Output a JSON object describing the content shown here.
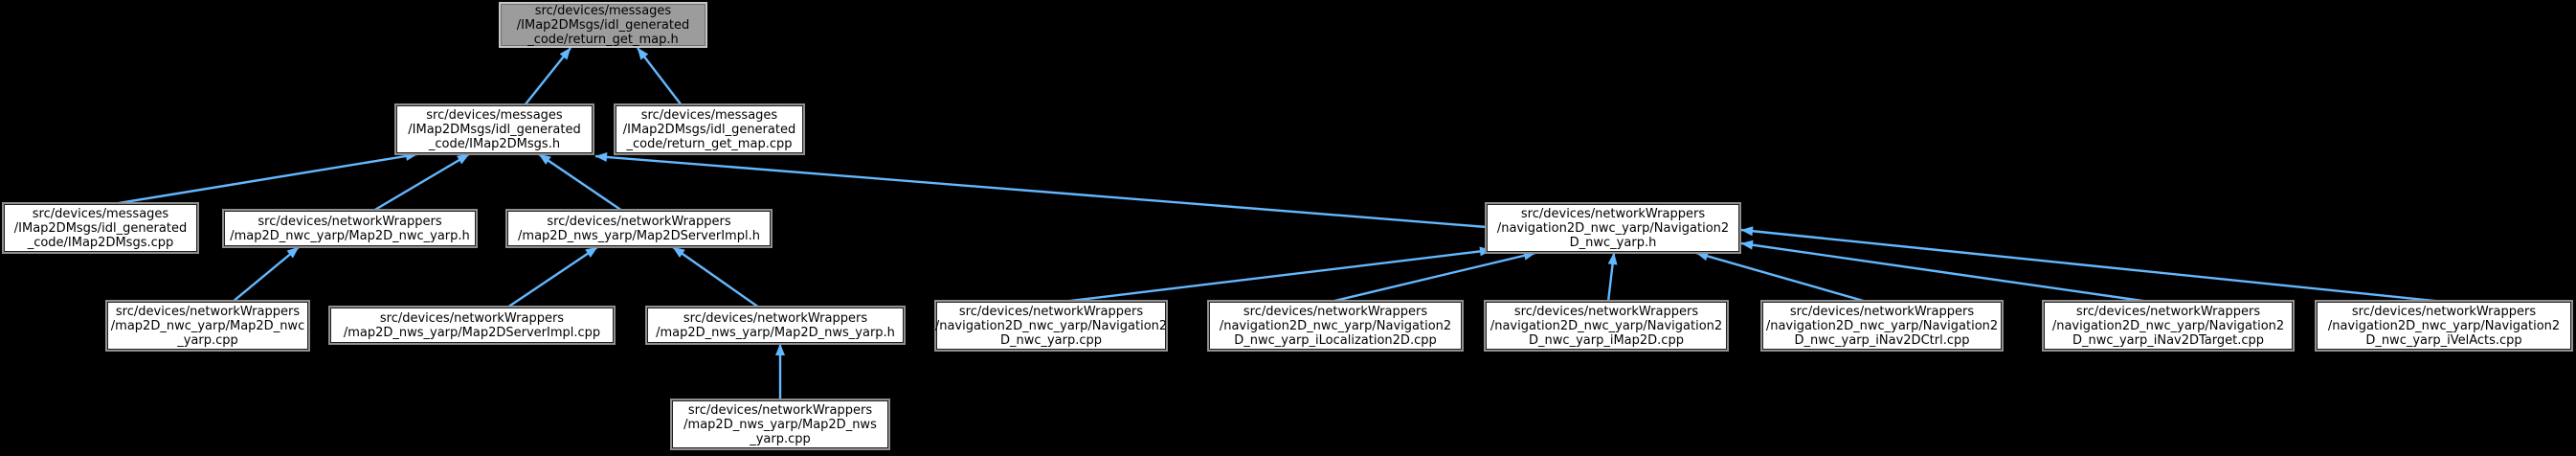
{
  "diagram": {
    "type": "include-dependency-graph",
    "background_color": "#000000",
    "edge_color": "#63b8ff",
    "node_fill": "#ffffff",
    "node_text_color": "#000000",
    "highlighted_node_fill": "#9c9c9c",
    "nodes": [
      {
        "id": "return_get_map_h",
        "label": "src/devices/messages\n/IMap2DMsgs/idl_generated\n_code/return_get_map.h",
        "highlighted": true
      },
      {
        "id": "IMap2DMsgs_h",
        "label": "src/devices/messages\n/IMap2DMsgs/idl_generated\n_code/IMap2DMsgs.h",
        "highlighted": false
      },
      {
        "id": "return_get_map_cpp",
        "label": "src/devices/messages\n/IMap2DMsgs/idl_generated\n_code/return_get_map.cpp",
        "highlighted": false
      },
      {
        "id": "IMap2DMsgs_cpp",
        "label": "src/devices/messages\n/IMap2DMsgs/idl_generated\n_code/IMap2DMsgs.cpp",
        "highlighted": false
      },
      {
        "id": "Map2D_nwc_yarp_h",
        "label": "src/devices/networkWrappers\n/map2D_nwc_yarp/Map2D_nwc_yarp.h",
        "highlighted": false
      },
      {
        "id": "Map2DServerImpl_h",
        "label": "src/devices/networkWrappers\n/map2D_nws_yarp/Map2DServerImpl.h",
        "highlighted": false
      },
      {
        "id": "Navigation2D_nwc_yarp_h",
        "label": "src/devices/networkWrappers\n/navigation2D_nwc_yarp/Navigation2\nD_nwc_yarp.h",
        "highlighted": false
      },
      {
        "id": "Map2D_nwc_yarp_cpp",
        "label": "src/devices/networkWrappers\n/map2D_nwc_yarp/Map2D_nwc\n_yarp.cpp",
        "highlighted": false
      },
      {
        "id": "Map2DServerImpl_cpp",
        "label": "src/devices/networkWrappers\n/map2D_nws_yarp/Map2DServerImpl.cpp",
        "highlighted": false
      },
      {
        "id": "Map2D_nws_yarp_h",
        "label": "src/devices/networkWrappers\n/map2D_nws_yarp/Map2D_nws_yarp.h",
        "highlighted": false
      },
      {
        "id": "Navigation2D_nwc_yarp_cpp",
        "label": "src/devices/networkWrappers\n/navigation2D_nwc_yarp/Navigation2\nD_nwc_yarp.cpp",
        "highlighted": false
      },
      {
        "id": "iLocalization2D_cpp",
        "label": "src/devices/networkWrappers\n/navigation2D_nwc_yarp/Navigation2\nD_nwc_yarp_iLocalization2D.cpp",
        "highlighted": false
      },
      {
        "id": "iMap2D_cpp",
        "label": "src/devices/networkWrappers\n/navigation2D_nwc_yarp/Navigation2\nD_nwc_yarp_iMap2D.cpp",
        "highlighted": false
      },
      {
        "id": "iNav2DCtrl_cpp",
        "label": "src/devices/networkWrappers\n/navigation2D_nwc_yarp/Navigation2\nD_nwc_yarp_iNav2DCtrl.cpp",
        "highlighted": false
      },
      {
        "id": "iNav2DTarget_cpp",
        "label": "src/devices/networkWrappers\n/navigation2D_nwc_yarp/Navigation2\nD_nwc_yarp_iNav2DTarget.cpp",
        "highlighted": false
      },
      {
        "id": "iVelActs_cpp",
        "label": "src/devices/networkWrappers\n/navigation2D_nwc_yarp/Navigation2\nD_nwc_yarp_iVelActs.cpp",
        "highlighted": false
      },
      {
        "id": "Map2D_nws_yarp_cpp",
        "label": "src/devices/networkWrappers\n/map2D_nws_yarp/Map2D_nws\n_yarp.cpp",
        "highlighted": false
      }
    ],
    "edges": [
      {
        "from": "IMap2DMsgs_h",
        "to": "return_get_map_h"
      },
      {
        "from": "return_get_map_cpp",
        "to": "return_get_map_h"
      },
      {
        "from": "IMap2DMsgs_cpp",
        "to": "IMap2DMsgs_h"
      },
      {
        "from": "Map2D_nwc_yarp_h",
        "to": "IMap2DMsgs_h"
      },
      {
        "from": "Map2DServerImpl_h",
        "to": "IMap2DMsgs_h"
      },
      {
        "from": "Navigation2D_nwc_yarp_h",
        "to": "IMap2DMsgs_h"
      },
      {
        "from": "Map2D_nwc_yarp_cpp",
        "to": "Map2D_nwc_yarp_h"
      },
      {
        "from": "Map2DServerImpl_cpp",
        "to": "Map2DServerImpl_h"
      },
      {
        "from": "Map2D_nws_yarp_h",
        "to": "Map2DServerImpl_h"
      },
      {
        "from": "Map2D_nws_yarp_cpp",
        "to": "Map2D_nws_yarp_h"
      },
      {
        "from": "Navigation2D_nwc_yarp_cpp",
        "to": "Navigation2D_nwc_yarp_h"
      },
      {
        "from": "iLocalization2D_cpp",
        "to": "Navigation2D_nwc_yarp_h"
      },
      {
        "from": "iMap2D_cpp",
        "to": "Navigation2D_nwc_yarp_h"
      },
      {
        "from": "iNav2DCtrl_cpp",
        "to": "Navigation2D_nwc_yarp_h"
      },
      {
        "from": "iNav2DTarget_cpp",
        "to": "Navigation2D_nwc_yarp_h"
      },
      {
        "from": "iVelActs_cpp",
        "to": "Navigation2D_nwc_yarp_h"
      }
    ]
  }
}
